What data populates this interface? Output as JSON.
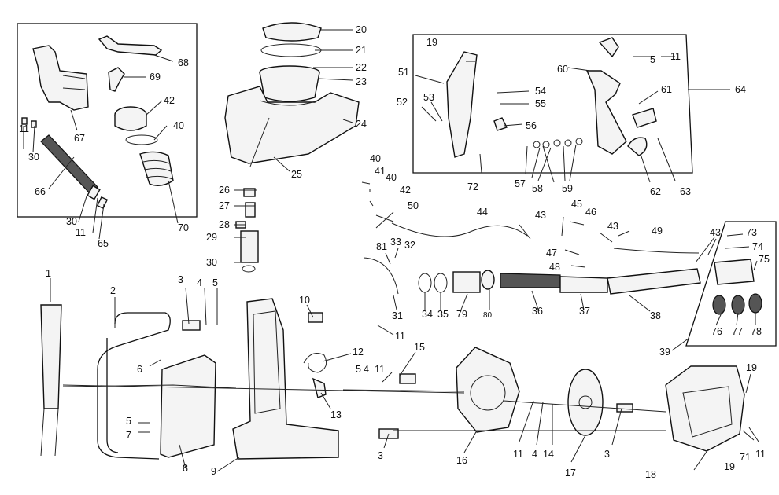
{
  "diagram": {
    "kind": "exploded-parts-diagram",
    "part_labels": [
      "1",
      "2",
      "3",
      "4",
      "5",
      "6",
      "7",
      "8",
      "9",
      "10",
      "11",
      "12",
      "13",
      "14",
      "15",
      "16",
      "17",
      "18",
      "19",
      "20",
      "21",
      "22",
      "23",
      "24",
      "25",
      "26",
      "27",
      "28",
      "29",
      "30",
      "31",
      "32",
      "33",
      "34",
      "35",
      "36",
      "37",
      "38",
      "39",
      "40",
      "41",
      "42",
      "43",
      "44",
      "45",
      "46",
      "47",
      "48",
      "49",
      "50",
      "51",
      "52",
      "53",
      "54",
      "55",
      "56",
      "57",
      "58",
      "59",
      "60",
      "61",
      "62",
      "63",
      "64",
      "65",
      "66",
      "67",
      "68",
      "69",
      "70",
      "71",
      "72",
      "73",
      "74",
      "75",
      "76",
      "77",
      "78",
      "79",
      "80",
      "81"
    ]
  },
  "callouts": {
    "c1": "1",
    "c2": "2",
    "c3a": "3",
    "c3b": "3",
    "c3c": "3",
    "c4a": "4",
    "c4b": "4",
    "c4c": "4",
    "c5a": "5",
    "c5b": "5",
    "c5c": "5",
    "c5d": "5",
    "c6": "6",
    "c7": "7",
    "c8": "8",
    "c9": "9",
    "c10": "10",
    "c11a": "11",
    "c11b": "11",
    "c11c": "11",
    "c11d": "11",
    "c11e": "11",
    "c11f": "11",
    "c11g": "11",
    "c12": "12",
    "c13": "13",
    "c14": "14",
    "c15": "15",
    "c16": "16",
    "c17": "17",
    "c18": "18",
    "c19a": "19",
    "c19b": "19",
    "c19c": "19",
    "c20": "20",
    "c21": "21",
    "c22": "22",
    "c23": "23",
    "c24": "24",
    "c25": "25",
    "c26": "26",
    "c27": "27",
    "c28": "28",
    "c29": "29",
    "c30a": "30",
    "c30b": "30",
    "c30c": "30",
    "c31": "31",
    "c32": "32",
    "c33": "33",
    "c34": "34",
    "c35": "35",
    "c36": "36",
    "c37": "37",
    "c38": "38",
    "c39": "39",
    "c40a": "40",
    "c40b": "40",
    "c40c": "40",
    "c41": "41",
    "c42a": "42",
    "c42b": "42",
    "c43a": "43",
    "c43b": "43",
    "c43c": "43",
    "c44": "44",
    "c45": "45",
    "c46": "46",
    "c47": "47",
    "c48": "48",
    "c49": "49",
    "c50": "50",
    "c51": "51",
    "c52": "52",
    "c53": "53",
    "c54": "54",
    "c55": "55",
    "c56": "56",
    "c57": "57",
    "c58": "58",
    "c59": "59",
    "c60": "60",
    "c61": "61",
    "c62": "62",
    "c63": "63",
    "c64": "64",
    "c65": "65",
    "c66": "66",
    "c67": "67",
    "c68": "68",
    "c69": "69",
    "c70": "70",
    "c71": "71",
    "c72": "72",
    "c73": "73",
    "c74": "74",
    "c75": "75",
    "c76": "76",
    "c77": "77",
    "c78": "78",
    "c79": "79",
    "c80": "80",
    "c81": "81"
  },
  "colors": {
    "line": "#222222",
    "background": "#ffffff",
    "part_fill": "#f4f4f4",
    "dark_fill": "#555555"
  }
}
